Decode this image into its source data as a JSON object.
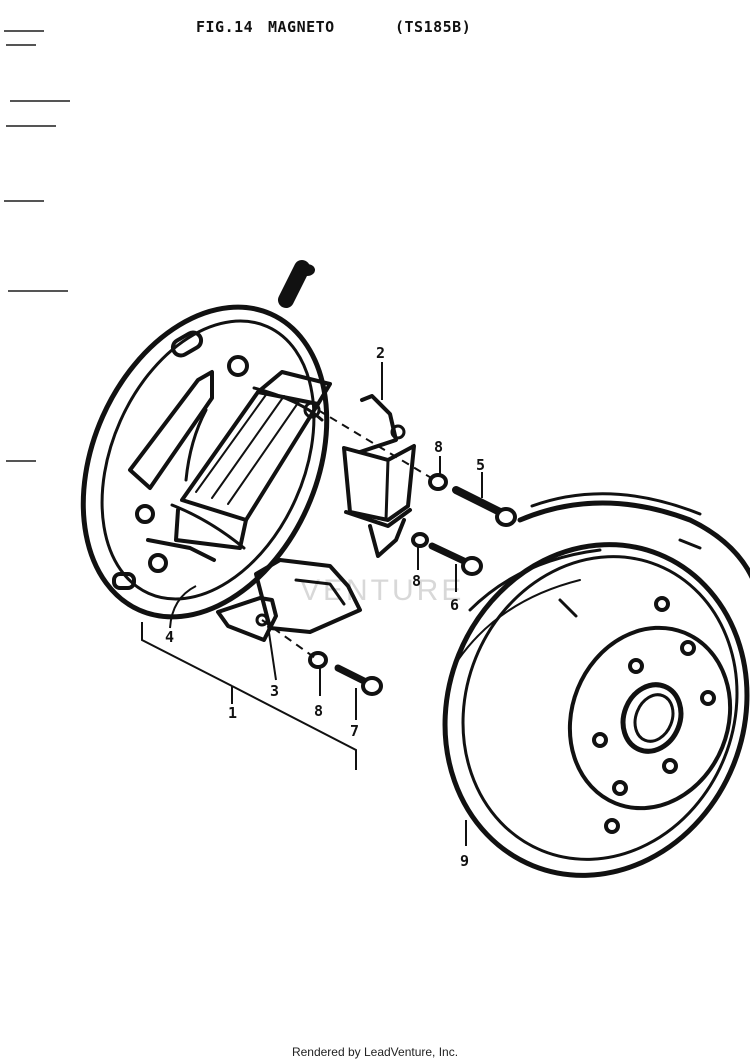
{
  "title": {
    "fig": "FIG.14",
    "name": "MAGNETO",
    "model": "(TS185B)"
  },
  "callouts": [
    "1",
    "2",
    "3",
    "4",
    "5",
    "6",
    "7",
    "8",
    "8",
    "8",
    "9"
  ],
  "watermark": "VENTURE",
  "footer": "Rendered by LeadVenture, Inc."
}
